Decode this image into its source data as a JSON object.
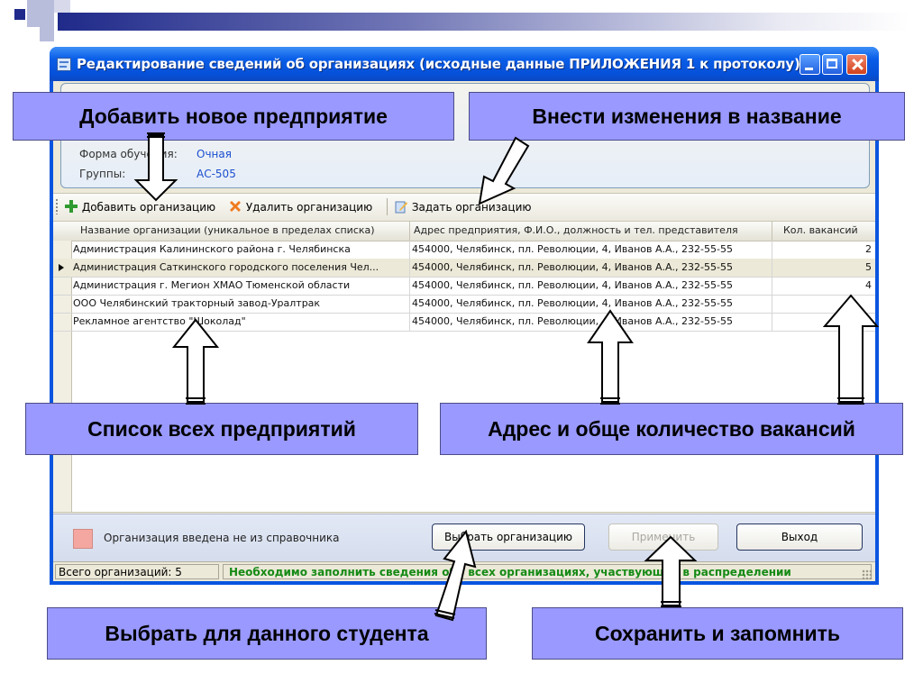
{
  "window": {
    "title": "Редактирование сведений об организациях (исходные данные ПРИЛОЖЕНИЯ 1 к протоколу)"
  },
  "info_panel": {
    "rows": [
      {
        "label": "Форма обучения:",
        "value": "Очная"
      },
      {
        "label": "Группы:",
        "value": "АС-505"
      }
    ]
  },
  "toolbar": {
    "add_label": "Добавить организацию",
    "delete_label": "Удалить организацию",
    "set_label": "Задать организацию"
  },
  "grid": {
    "columns": [
      "Название организации (уникальное в пределах списка)",
      "Адрес предприятия, Ф.И.О., должность и тел. представителя",
      "Кол. вакансий"
    ],
    "rows": [
      {
        "name": "Администрация Калининского района г. Челябинска",
        "address": "454000, Челябинск, пл. Революции, 4, Иванов А.А., 232-55-55",
        "vacancies": "2",
        "selected": false
      },
      {
        "name": "Администрация Саткинского городского поселения Чел...",
        "address": "454000, Челябинск, пл. Революции, 4, Иванов А.А., 232-55-55",
        "vacancies": "5",
        "selected": true
      },
      {
        "name": "Администрация г. Мегион ХМАО Тюменской области",
        "address": "454000, Челябинск, пл. Революции, 4, Иванов А.А., 232-55-55",
        "vacancies": "4",
        "selected": false
      },
      {
        "name": "ООО Челябинский тракторный завод-Уралтрак",
        "address": "454000, Челябинск, пл. Революции, 4, Иванов А.А., 232-55-55",
        "vacancies": "",
        "selected": false
      },
      {
        "name": "Рекламное агентство \"Шоколад\"",
        "address": "454000, Челябинск, пл. Революции, 4, Иванов А.А., 232-55-55",
        "vacancies": "4",
        "selected": false
      }
    ]
  },
  "bottom_panel": {
    "legend_text": "Организация введена не из справочника",
    "legend_color": "#f4a7a0",
    "select_button": "Выбрать организацию",
    "apply_button": "Применить",
    "exit_button": "Выход"
  },
  "status_bar": {
    "count_text": "Всего организаций: 5",
    "message": "Необходимо заполнить сведения обо всех организациях, участвующих в распределении"
  },
  "callouts": {
    "add_enterprise": "Добавить новое предприятие",
    "edit_name": "Внести изменения в название",
    "list_all": "Список всех предприятий",
    "address_vacancies": "Адрес и обще количество вакансий",
    "select_for_student": "Выбрать для данного студента",
    "save_remember": "Сохранить и запомнить"
  },
  "colors": {
    "callout_fill": "#9999ff",
    "titlebar": "#0a5ee8",
    "status_message": "#158a15"
  }
}
